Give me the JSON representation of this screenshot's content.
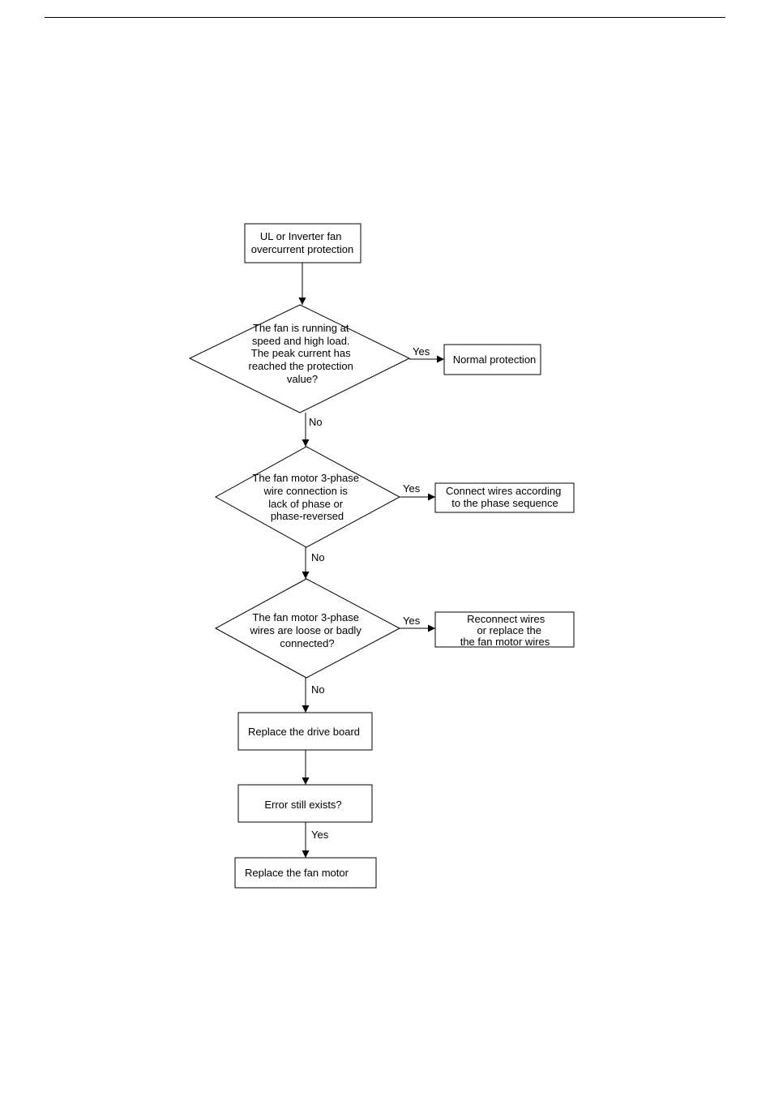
{
  "nodes": {
    "start": [
      "UL or Inverter fan",
      "overcurrent protection"
    ],
    "d1": [
      "The fan is running at",
      "speed and high load.",
      "The peak current has",
      "reached the protection",
      "value?"
    ],
    "r1": [
      "Normal protection"
    ],
    "d2": [
      "The fan motor 3-phase",
      "wire connection is",
      "lack of phase or",
      "phase-reversed"
    ],
    "r2": [
      "Connect wires according",
      "to the phase sequence"
    ],
    "d3": [
      "The fan motor 3-phase",
      "wires are loose or badly",
      "connected?"
    ],
    "r3": [
      "Reconnect wires",
      "or replace the",
      "the fan motor wires"
    ],
    "b1": [
      "Replace the drive board"
    ],
    "b2": [
      "Error still exists?"
    ],
    "b3": [
      "Replace the fan motor"
    ]
  },
  "labels": {
    "yes": "Yes",
    "no": "No"
  }
}
